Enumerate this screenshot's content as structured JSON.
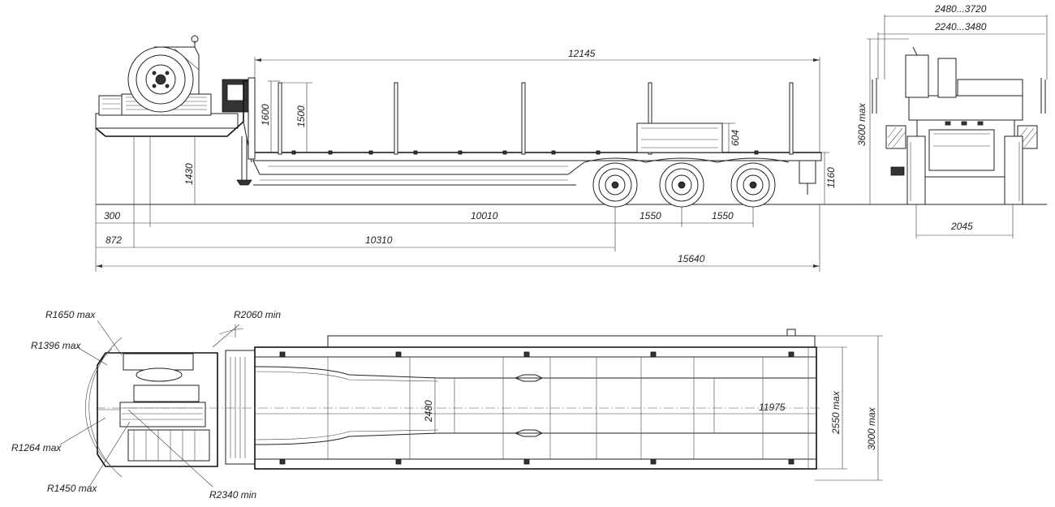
{
  "dims": {
    "side": {
      "overall_length": "12145",
      "stake_height_1600": "1600",
      "stake_height_1500": "1500",
      "front_height": "1430",
      "box_height": "604",
      "deck_height": "1160",
      "front_offset": "300",
      "pin_to_axle": "10010",
      "axle_spacing_1": "1550",
      "axle_spacing_2": "1550",
      "front_to_pin": "872",
      "pin_to_mid_axle": "10310",
      "total_length": "15640"
    },
    "rear": {
      "width_outer": "2480...3720",
      "width_inner": "2240...3480",
      "height_max": "3600 max",
      "track": "2045"
    },
    "top": {
      "r1650": "R1650 max",
      "r1396": "R1396 max",
      "r1264": "R1264 max",
      "r1450": "R1450 max",
      "r2060": "R2060 min",
      "r2340": "R2340 min",
      "frame_width": "2480",
      "deck_length": "11975",
      "width_2550": "2550 max",
      "width_3000": "3000 max"
    }
  }
}
